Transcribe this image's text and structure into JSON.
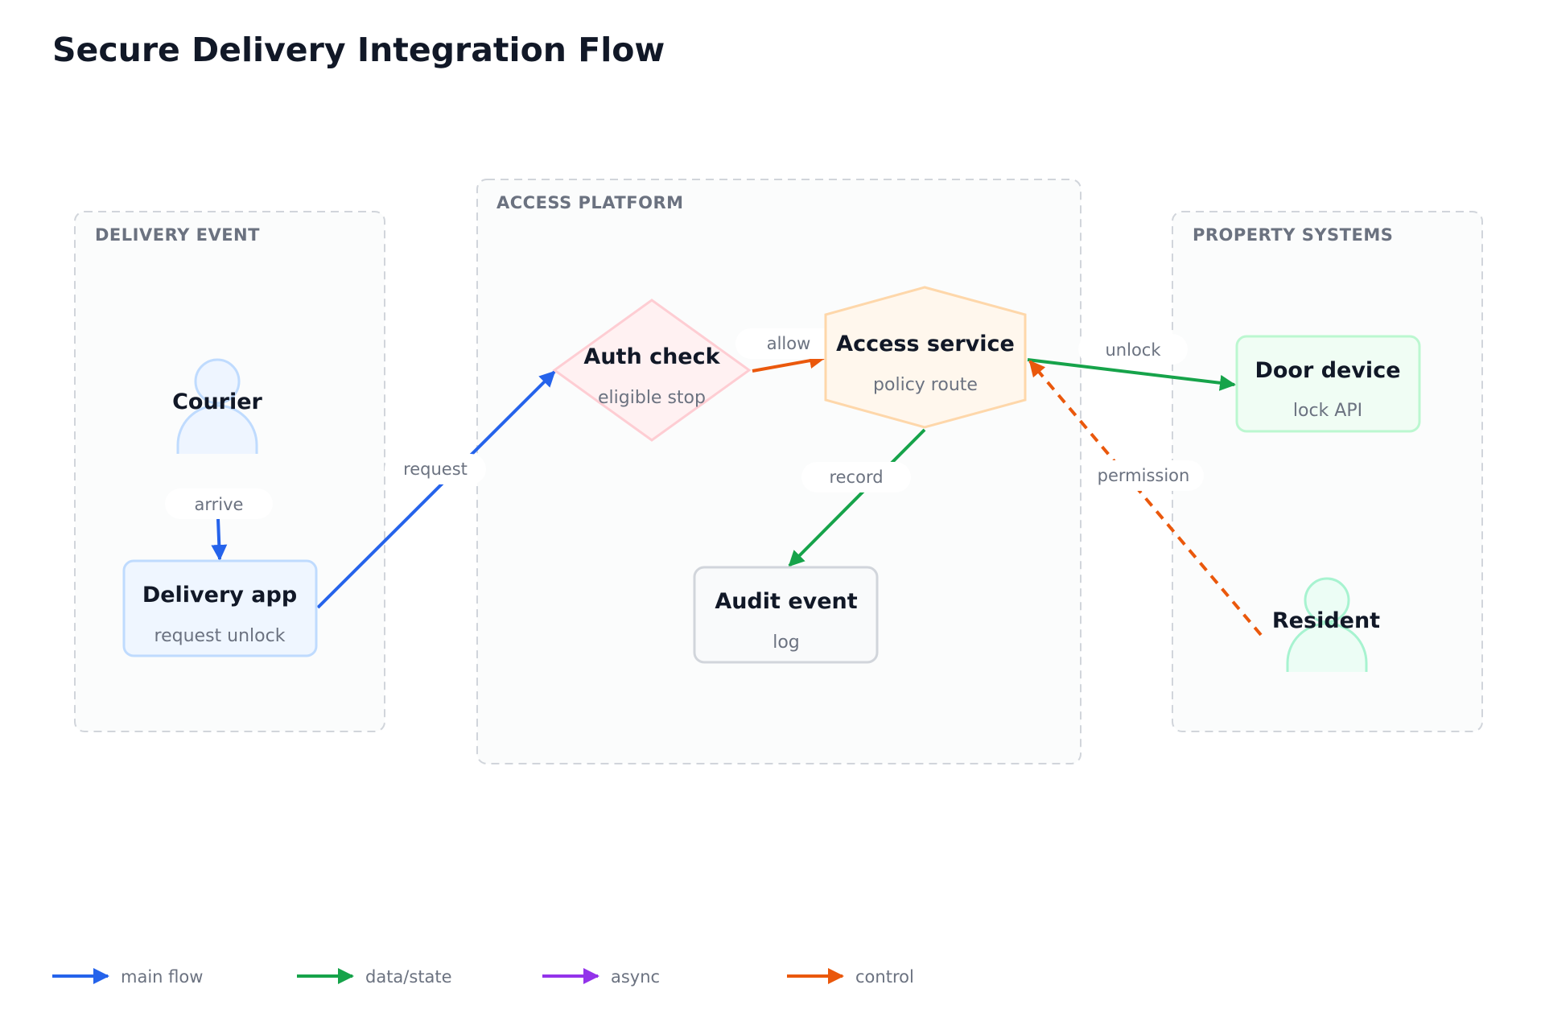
{
  "title": "Secure Delivery Integration Flow",
  "groups": {
    "delivery_event": "DELIVERY EVENT",
    "access_platform": "ACCESS PLATFORM",
    "property_systems": "PROPERTY SYSTEMS"
  },
  "nodes": {
    "courier": {
      "title": "Courier"
    },
    "delivery_app": {
      "title": "Delivery app",
      "sub": "request unlock"
    },
    "auth_check": {
      "title": "Auth check",
      "sub": "eligible stop"
    },
    "access_service": {
      "title": "Access service",
      "sub": "policy route"
    },
    "audit_event": {
      "title": "Audit event",
      "sub": "log"
    },
    "door_device": {
      "title": "Door device",
      "sub": "lock API"
    },
    "resident": {
      "title": "Resident"
    }
  },
  "edges": {
    "arrive": "arrive",
    "request": "request",
    "allow": "allow",
    "record": "record",
    "unlock": "unlock",
    "permission": "permission"
  },
  "legend": [
    {
      "label": "main flow",
      "color": "#2563eb"
    },
    {
      "label": "data/state",
      "color": "#16a34a"
    },
    {
      "label": "async",
      "color": "#9333ea"
    },
    {
      "label": "control",
      "color": "#ea580c"
    }
  ],
  "colors": {
    "main_flow": "#2563eb",
    "data_state": "#16a34a",
    "async": "#9333ea",
    "control": "#ea580c"
  }
}
